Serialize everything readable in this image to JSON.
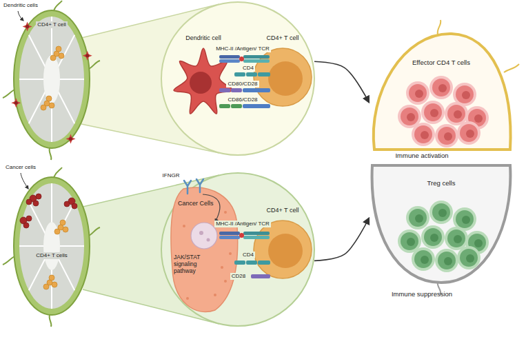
{
  "diagram": {
    "nodes": [
      {
        "text": [
          "Dendritic cell"
        ]
      },
      {
        "text": [
          "CD4+ T cell"
        ]
      },
      {
        "text": [
          "Effector CD4 T cells"
        ]
      },
      {
        "text": [
          "Cancer Cells",
          "JAK/STAT signaling pathway"
        ]
      },
      {
        "text": [
          "CD4+ T cell"
        ]
      },
      {
        "text": [
          "Treg cells"
        ]
      }
    ],
    "edges": [
      {
        "from": 1,
        "to": 2,
        "arrow": "to"
      },
      {
        "from": 4,
        "to": 5,
        "arrow": "to"
      }
    ],
    "labels": [
      "Dendritic cells",
      "CD4+ T cell",
      "MHC-II /Antigen/ TCR",
      "CD4",
      "CD80/CD28",
      "CD86/CD28",
      "Immune activation",
      "Cancer cells",
      "CD4+ T cells",
      "IFNGR",
      "MHC-II /Antigen/ TCR",
      "CD4",
      "CD28",
      "Immune suppression"
    ]
  }
}
